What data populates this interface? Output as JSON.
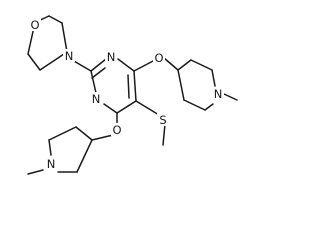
{
  "molecule": {
    "atoms": {
      "o_morpholine": "O",
      "n_morpholine": "N",
      "n_ring_top": "N",
      "n_ring_bottom": "N",
      "o_ether_top": "O",
      "o_ether_bottom": "O",
      "s_thio": "S",
      "n_pip_top": "N",
      "n_pip_bottom": "N"
    }
  }
}
